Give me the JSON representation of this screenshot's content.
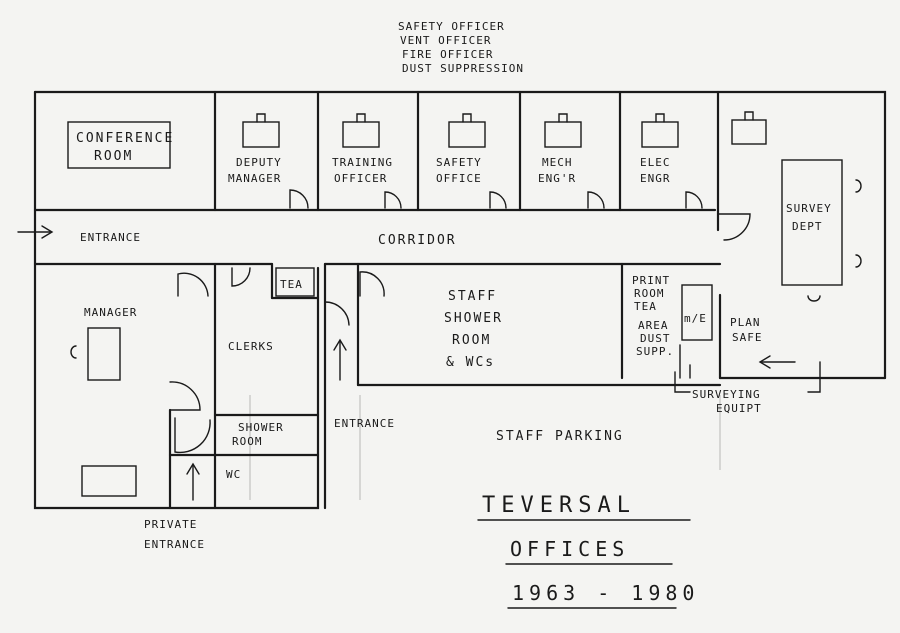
{
  "header_roles": [
    "SAFETY OFFICER",
    "VENT OFFICER",
    "FIRE OFFICER",
    "DUST SUPPRESSION"
  ],
  "rooms": {
    "conference": [
      "CONFERENCE",
      "ROOM"
    ],
    "deputy": [
      "DEPUTY",
      "MANAGER"
    ],
    "training": [
      "TRAINING",
      "OFFICER"
    ],
    "safety": [
      "SAFETY",
      "OFFICE"
    ],
    "mech": [
      "MECH",
      "ENG'R"
    ],
    "elec": [
      "ELEC",
      "ENGR"
    ],
    "survey": [
      "SURVEY",
      "DEPT"
    ],
    "entrance_left": "ENTRANCE",
    "corridor": "CORRIDOR",
    "manager": "MANAGER",
    "tea_small": "TEA",
    "clerks": "CLERKS",
    "staff_shower": [
      "STAFF",
      "SHOWER",
      "ROOM",
      "& WCs"
    ],
    "print_room": [
      "PRINT",
      "ROOM",
      "TEA",
      "AREA",
      "DUST",
      "SUPP."
    ],
    "m_e": "m/E",
    "plan_safe": [
      "PLAN",
      "SAFE"
    ],
    "surveying_equip": [
      "SURVEYING",
      "EQUIPT"
    ],
    "shower_room": [
      "SHOWER",
      "ROOM"
    ],
    "wc": "WC",
    "entrance_mid": "ENTRANCE",
    "staff_parking": "STAFF PARKING",
    "private_entrance": [
      "PRIVATE",
      "ENTRANCE"
    ]
  },
  "title": {
    "line1": "TEVERSAL",
    "line2": "OFFICES",
    "line3": "1963 - 1980"
  }
}
